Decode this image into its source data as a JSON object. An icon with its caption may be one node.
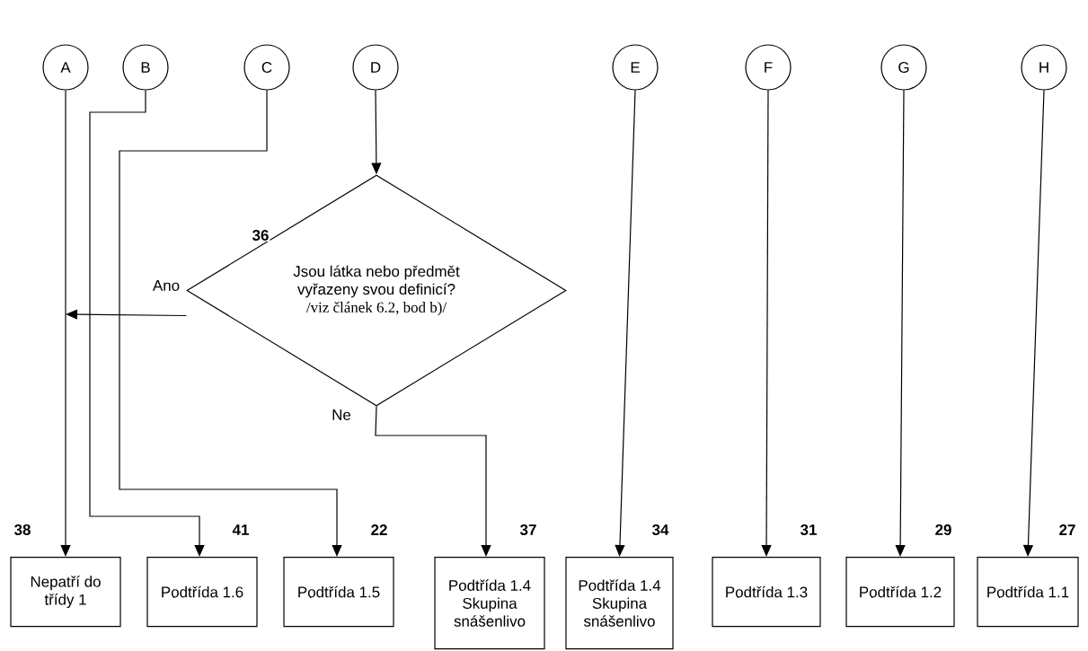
{
  "diagram": {
    "nodes": [
      {
        "text": [
          "A"
        ]
      },
      {
        "text": [
          "B"
        ]
      },
      {
        "text": [
          "C"
        ]
      },
      {
        "text": [
          "D"
        ]
      },
      {
        "text": [
          "E"
        ]
      },
      {
        "text": [
          "F"
        ]
      },
      {
        "text": [
          "G"
        ]
      },
      {
        "text": [
          "H"
        ]
      },
      {
        "text": [
          "Jsou látka nebo předmět vyřazeny svou definicí?",
          "/viz článek 6.2, bod b)/"
        ],
        "beside": [
          "36"
        ]
      },
      {
        "text": [
          "Nepatří do třídy 1"
        ],
        "beside": [
          "38"
        ]
      },
      {
        "text": [
          "Podtřída 1.6"
        ],
        "beside": [
          "41"
        ]
      },
      {
        "text": [
          "Podtřída 1.5"
        ],
        "beside": [
          "22"
        ]
      },
      {
        "text": [
          "Podtřída 1.4 Skupina snášenlivo"
        ],
        "beside": [
          "37"
        ]
      },
      {
        "text": [
          "Podtřída 1.4 Skupina snášenlivo"
        ],
        "beside": [
          "34"
        ]
      },
      {
        "text": [
          "Podtřída 1.3"
        ],
        "beside": [
          "31"
        ]
      },
      {
        "text": [
          "Podtřída 1.2"
        ],
        "beside": [
          "29"
        ]
      },
      {
        "text": [
          "Podtřída 1.1"
        ],
        "beside": [
          "27"
        ]
      }
    ],
    "edges": [
      {
        "from": 0,
        "to": 9,
        "arrow": "to"
      },
      {
        "from": 1,
        "to": 10,
        "arrow": "to"
      },
      {
        "from": 2,
        "to": 11,
        "arrow": "to"
      },
      {
        "from": 3,
        "to": 8,
        "arrow": "to"
      },
      {
        "from": 8,
        "to": null,
        "arrow": "to",
        "label": "Ano"
      },
      {
        "from": 8,
        "to": 12,
        "arrow": "to",
        "label": "Ne"
      },
      {
        "from": 4,
        "to": 13,
        "arrow": "to"
      },
      {
        "from": 5,
        "to": 14,
        "arrow": "to"
      },
      {
        "from": 6,
        "to": 15,
        "arrow": "to"
      },
      {
        "from": 7,
        "to": 16,
        "arrow": "to"
      }
    ]
  }
}
